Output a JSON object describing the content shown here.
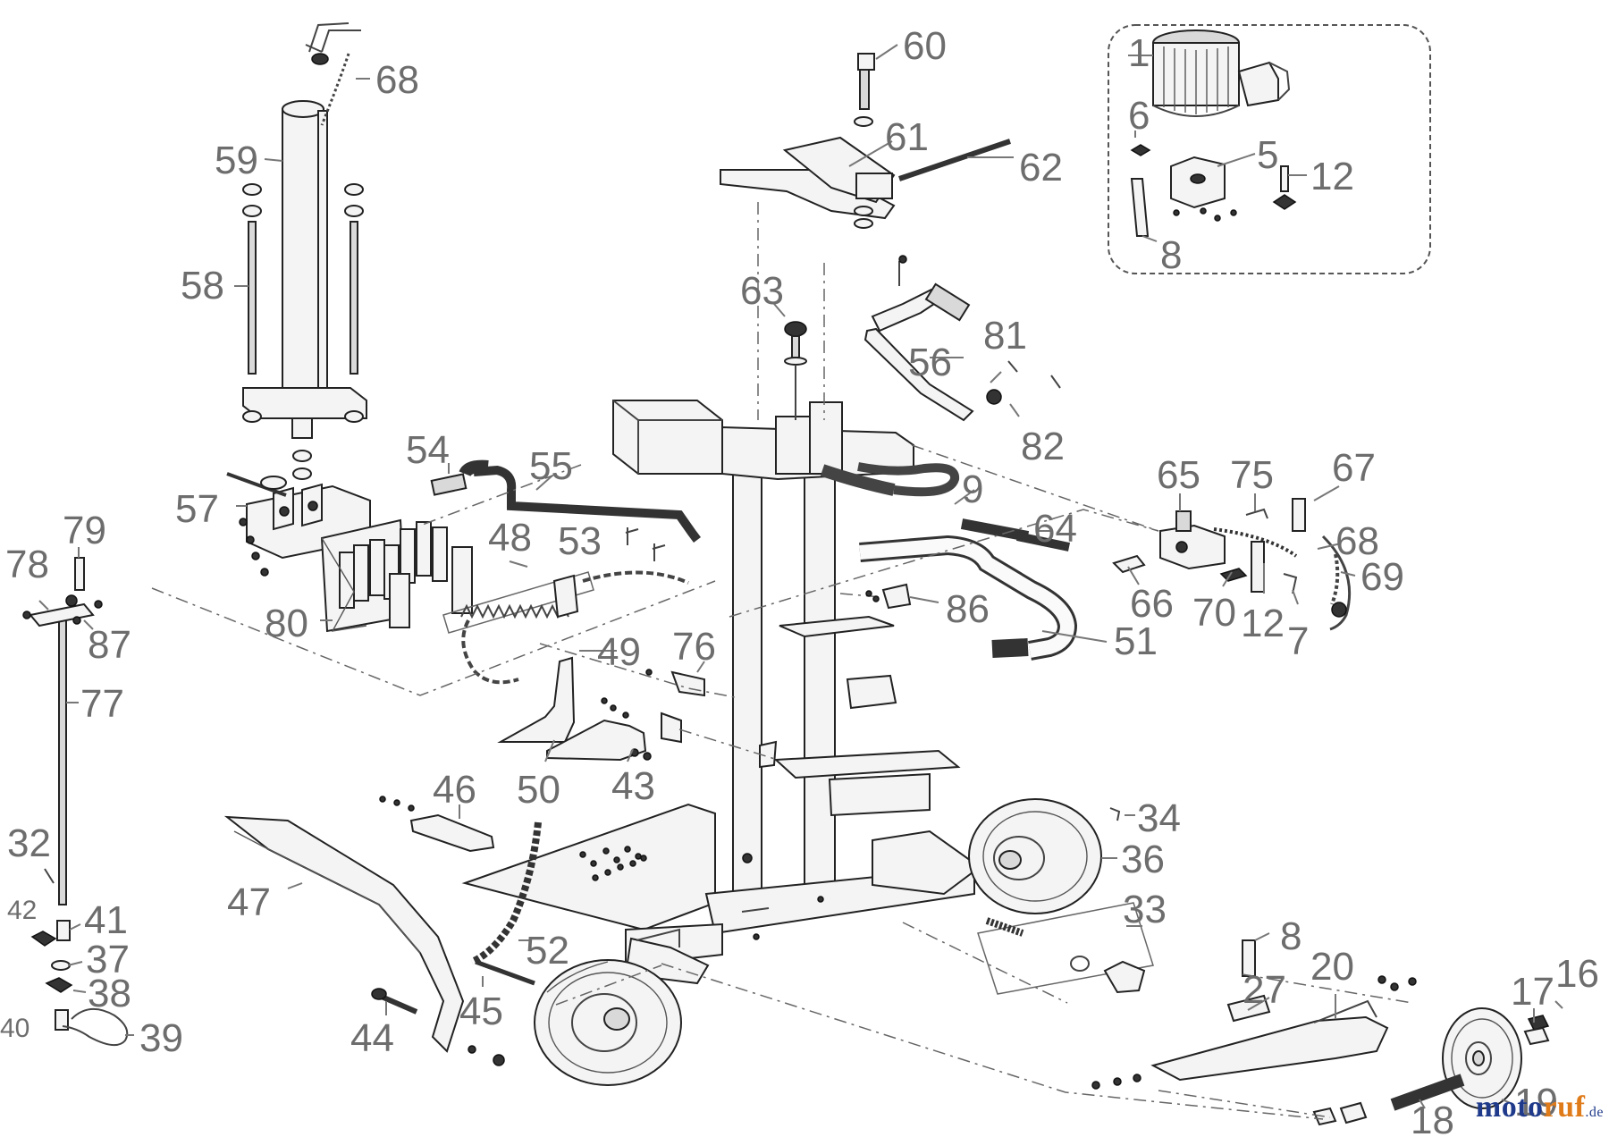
{
  "labels": {
    "n1": "1",
    "n5": "5",
    "n6": "6",
    "n7": "7",
    "n8": "8",
    "n8b": "8",
    "n9": "9",
    "n12": "12",
    "n12b": "12",
    "n16": "16",
    "n17": "17",
    "n18": "18",
    "n19": "19",
    "n20": "20",
    "n27": "27",
    "n32": "32",
    "n33": "33",
    "n34": "34",
    "n36": "36",
    "n37": "37",
    "n38": "38",
    "n39": "39",
    "n40": "40",
    "n41": "41",
    "n42": "42",
    "n43": "43",
    "n44": "44",
    "n45": "45",
    "n46": "46",
    "n47": "47",
    "n48": "48",
    "n49": "49",
    "n50": "50",
    "n51": "51",
    "n52": "52",
    "n53": "53",
    "n54": "54",
    "n55": "55",
    "n56": "56",
    "n57": "57",
    "n58": "58",
    "n59": "59",
    "n60": "60",
    "n61": "61",
    "n62": "62",
    "n63": "63",
    "n64": "64",
    "n65": "65",
    "n66": "66",
    "n67": "67",
    "n68": "68",
    "n68b": "68",
    "n69": "69",
    "n70": "70",
    "n75": "75",
    "n76": "76",
    "n77": "77",
    "n78": "78",
    "n79": "79",
    "n80": "80",
    "n81": "81",
    "n82": "82",
    "n86": "86",
    "n87": "87"
  },
  "watermark": {
    "brand_a": "moto",
    "brand_b": "ruf",
    "suffix": ".de"
  }
}
